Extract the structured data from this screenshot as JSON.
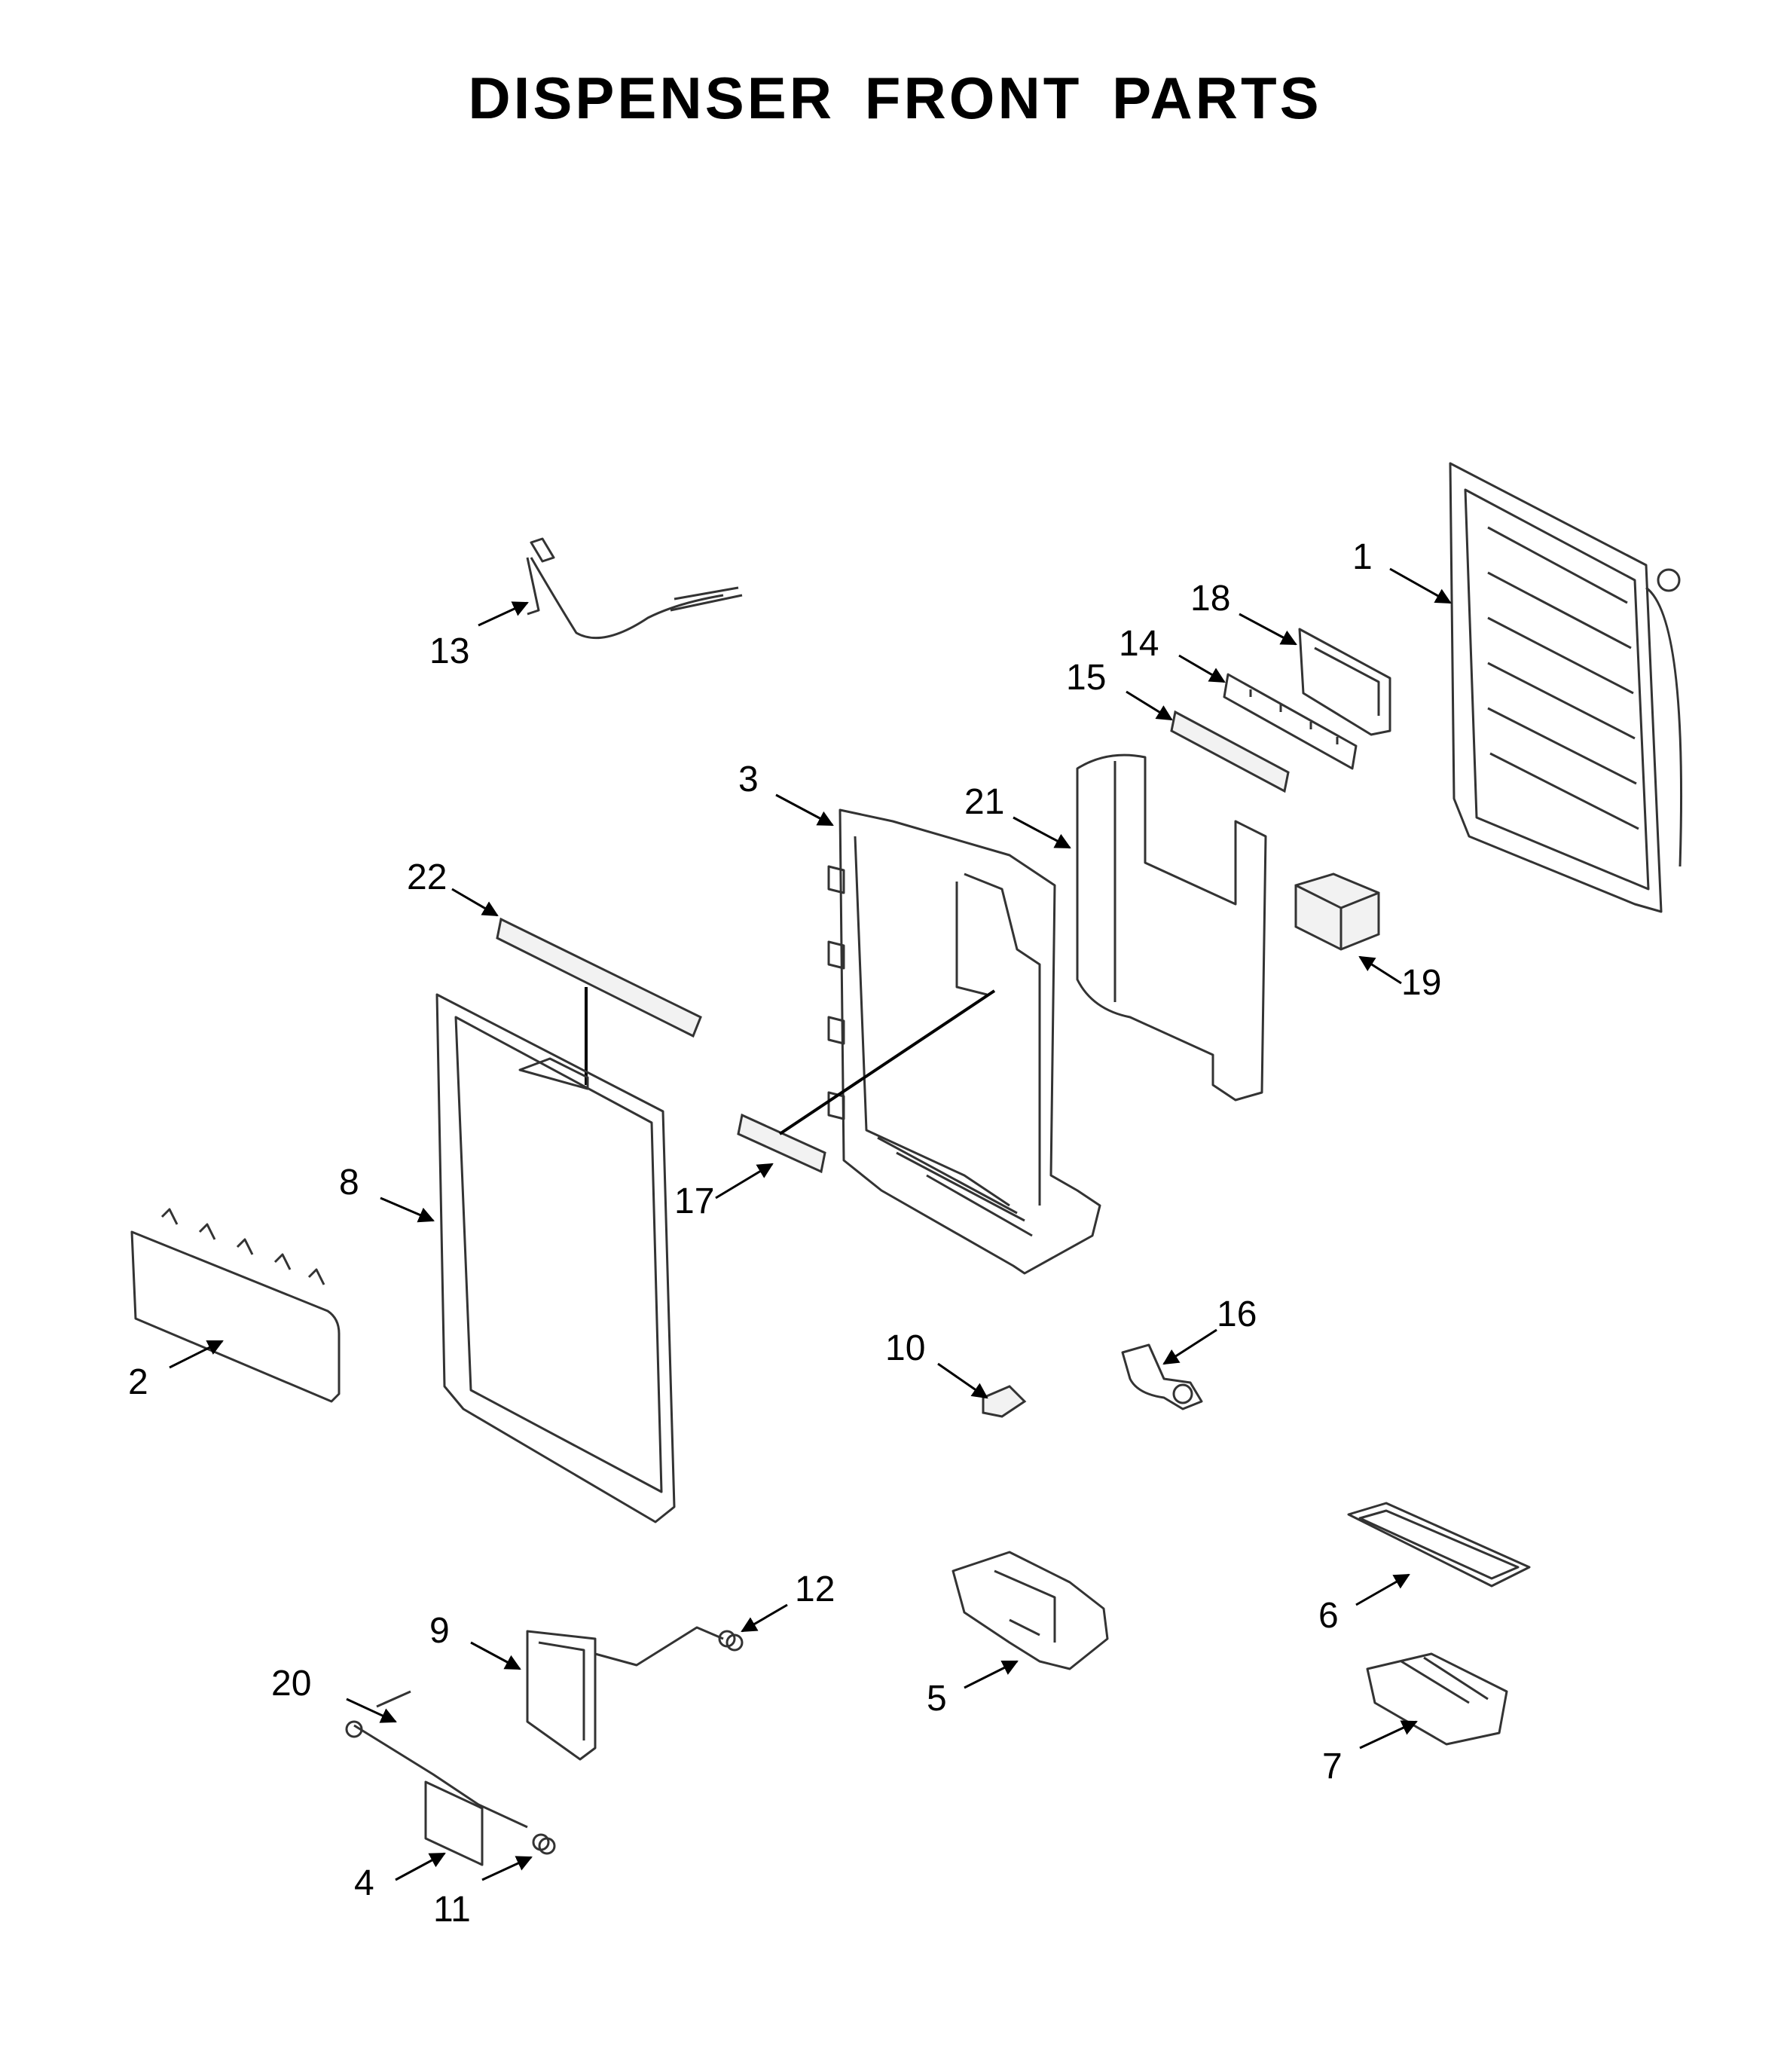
{
  "page": {
    "title": "DISPENSER FRONT PARTS"
  },
  "callouts": [
    {
      "id": "1",
      "text": "1"
    },
    {
      "id": "2",
      "text": "2"
    },
    {
      "id": "3",
      "text": "3"
    },
    {
      "id": "4",
      "text": "4"
    },
    {
      "id": "5",
      "text": "5"
    },
    {
      "id": "6",
      "text": "6"
    },
    {
      "id": "7",
      "text": "7"
    },
    {
      "id": "8",
      "text": "8"
    },
    {
      "id": "9",
      "text": "9"
    },
    {
      "id": "10",
      "text": "10"
    },
    {
      "id": "11",
      "text": "11"
    },
    {
      "id": "12",
      "text": "12"
    },
    {
      "id": "13",
      "text": "13"
    },
    {
      "id": "14",
      "text": "14"
    },
    {
      "id": "15",
      "text": "15"
    },
    {
      "id": "16",
      "text": "16"
    },
    {
      "id": "17",
      "text": "17"
    },
    {
      "id": "18",
      "text": "18"
    },
    {
      "id": "19",
      "text": "19"
    },
    {
      "id": "20",
      "text": "20"
    },
    {
      "id": "21",
      "text": "21"
    },
    {
      "id": "22",
      "text": "22"
    }
  ]
}
